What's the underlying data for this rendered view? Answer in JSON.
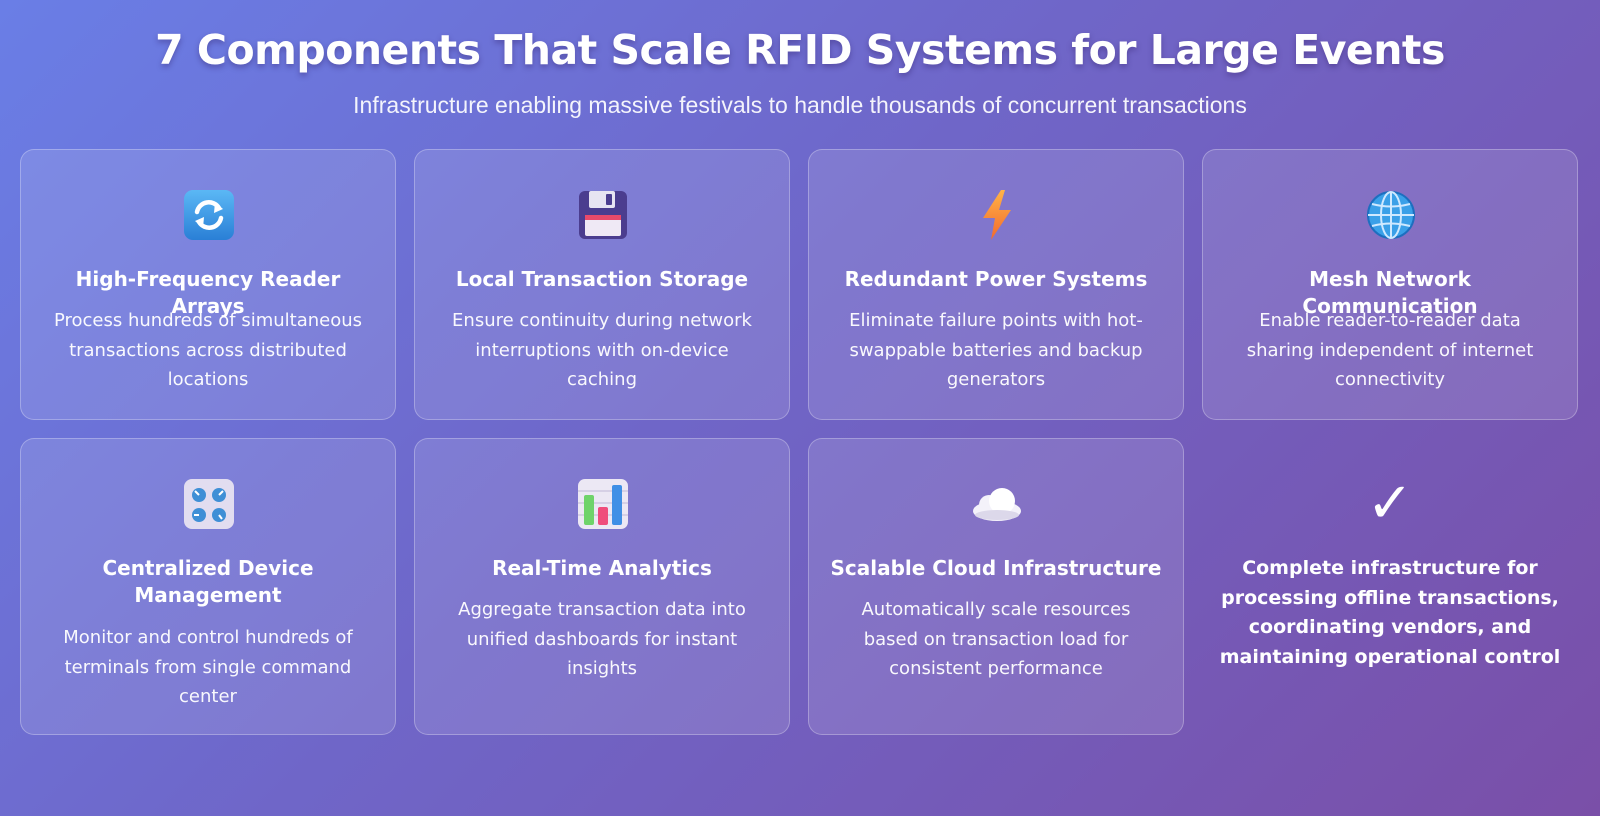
{
  "header": {
    "title": "7 Components That Scale RFID Systems for Large Events",
    "subtitle": "Infrastructure enabling massive festivals to handle thousands of concurrent transactions"
  },
  "cards": [
    {
      "icon": "repeat-arrows-icon",
      "title": "High-Frequency Reader Arrays",
      "description": "Process hundreds of simultaneous transactions across distributed locations"
    },
    {
      "icon": "floppy-disk-icon",
      "title": "Local Transaction Storage",
      "description": "Ensure continuity during network interruptions with on-device caching"
    },
    {
      "icon": "lightning-bolt-icon",
      "title": "Redundant Power Systems",
      "description": "Eliminate failure points with hot-swappable batteries and backup generators"
    },
    {
      "icon": "globe-icon",
      "title": "Mesh Network Communication",
      "description": "Enable reader-to-reader data sharing independent of internet connectivity"
    },
    {
      "icon": "control-knobs-icon",
      "title": "Centralized Device Management",
      "description": "Monitor and control hundreds of terminals from single command center"
    },
    {
      "icon": "bar-chart-icon",
      "title": "Real-Time Analytics",
      "description": "Aggregate transaction data into unified dashboards for instant insights"
    },
    {
      "icon": "cloud-icon",
      "title": "Scalable Cloud Infrastructure",
      "description": "Automatically scale resources based on transaction load for consistent performance"
    }
  ],
  "summary": {
    "icon": "checkmark-icon",
    "symbol": "✓",
    "text": "Complete infrastructure for processing offline transactions, coordinating vendors, and maintaining operational control"
  },
  "colors": {
    "background_start": "#6a7ee6",
    "background_end": "#7a4fa8",
    "text": "#ffffff"
  }
}
